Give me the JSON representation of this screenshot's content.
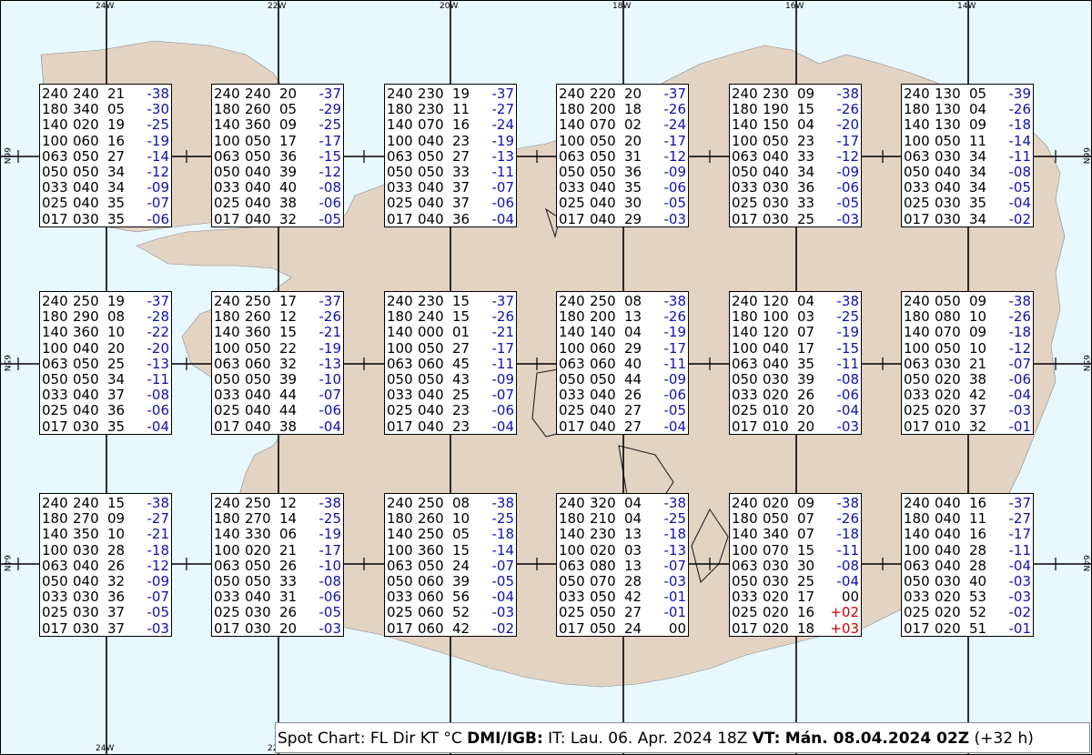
{
  "colors": {
    "sea": "#e8f8ff",
    "land": "#e3d3c3",
    "neg_temp": "#1010b0",
    "pos_temp": "#cc0000"
  },
  "lon_labels": [
    "24W",
    "22W",
    "20W",
    "18W",
    "16W",
    "14W"
  ],
  "lat_labels": [
    "66N",
    "65N",
    "64N"
  ],
  "footer": {
    "prefix": "Spot Chart: FL Dir KT °C",
    "source": "DMI/IGB:",
    "issue": "IT: Lau. 06. Apr. 2024 18Z",
    "vt_label": "VT:",
    "valid": "Mán. 08.04.2024 02Z",
    "lead": "(+32 h)"
  },
  "spots": [
    [
      [
        [
          "240",
          "240",
          "21",
          "-38"
        ],
        [
          "180",
          "340",
          "05",
          "-30"
        ],
        [
          "140",
          "020",
          "19",
          "-25"
        ],
        [
          "100",
          "060",
          "16",
          "-19"
        ],
        [
          "063",
          "050",
          "27",
          "-14"
        ],
        [
          "050",
          "050",
          "34",
          "-12"
        ],
        [
          "033",
          "040",
          "34",
          "-09"
        ],
        [
          "025",
          "040",
          "35",
          "-07"
        ],
        [
          "017",
          "030",
          "35",
          "-06"
        ]
      ],
      [
        [
          "240",
          "240",
          "20",
          "-37"
        ],
        [
          "180",
          "260",
          "05",
          "-29"
        ],
        [
          "140",
          "360",
          "09",
          "-25"
        ],
        [
          "100",
          "050",
          "17",
          "-17"
        ],
        [
          "063",
          "050",
          "36",
          "-15"
        ],
        [
          "050",
          "040",
          "39",
          "-12"
        ],
        [
          "033",
          "040",
          "40",
          "-08"
        ],
        [
          "025",
          "040",
          "38",
          "-06"
        ],
        [
          "017",
          "040",
          "32",
          "-05"
        ]
      ],
      [
        [
          "240",
          "230",
          "19",
          "-37"
        ],
        [
          "180",
          "230",
          "11",
          "-27"
        ],
        [
          "140",
          "070",
          "16",
          "-24"
        ],
        [
          "100",
          "040",
          "23",
          "-19"
        ],
        [
          "063",
          "050",
          "27",
          "-13"
        ],
        [
          "050",
          "050",
          "33",
          "-11"
        ],
        [
          "033",
          "040",
          "37",
          "-07"
        ],
        [
          "025",
          "040",
          "37",
          "-06"
        ],
        [
          "017",
          "040",
          "36",
          "-04"
        ]
      ],
      [
        [
          "240",
          "220",
          "20",
          "-37"
        ],
        [
          "180",
          "200",
          "18",
          "-26"
        ],
        [
          "140",
          "070",
          "02",
          "-24"
        ],
        [
          "100",
          "050",
          "20",
          "-17"
        ],
        [
          "063",
          "050",
          "31",
          "-12"
        ],
        [
          "050",
          "050",
          "36",
          "-09"
        ],
        [
          "033",
          "040",
          "35",
          "-06"
        ],
        [
          "025",
          "040",
          "30",
          "-05"
        ],
        [
          "017",
          "040",
          "29",
          "-03"
        ]
      ],
      [
        [
          "240",
          "230",
          "09",
          "-38"
        ],
        [
          "180",
          "190",
          "15",
          "-26"
        ],
        [
          "140",
          "150",
          "04",
          "-20"
        ],
        [
          "100",
          "050",
          "23",
          "-17"
        ],
        [
          "063",
          "040",
          "33",
          "-12"
        ],
        [
          "050",
          "040",
          "34",
          "-09"
        ],
        [
          "033",
          "030",
          "36",
          "-06"
        ],
        [
          "025",
          "030",
          "33",
          "-05"
        ],
        [
          "017",
          "030",
          "25",
          "-03"
        ]
      ],
      [
        [
          "240",
          "130",
          "05",
          "-39"
        ],
        [
          "180",
          "130",
          "04",
          "-26"
        ],
        [
          "140",
          "130",
          "09",
          "-18"
        ],
        [
          "100",
          "050",
          "11",
          "-14"
        ],
        [
          "063",
          "030",
          "34",
          "-11"
        ],
        [
          "050",
          "040",
          "34",
          "-08"
        ],
        [
          "033",
          "040",
          "34",
          "-05"
        ],
        [
          "025",
          "030",
          "35",
          "-04"
        ],
        [
          "017",
          "030",
          "34",
          "-02"
        ]
      ]
    ],
    [
      [
        [
          "240",
          "250",
          "19",
          "-37"
        ],
        [
          "180",
          "290",
          "08",
          "-28"
        ],
        [
          "140",
          "360",
          "10",
          "-22"
        ],
        [
          "100",
          "040",
          "20",
          "-20"
        ],
        [
          "063",
          "050",
          "25",
          "-13"
        ],
        [
          "050",
          "050",
          "34",
          "-11"
        ],
        [
          "033",
          "040",
          "37",
          "-08"
        ],
        [
          "025",
          "040",
          "36",
          "-06"
        ],
        [
          "017",
          "030",
          "35",
          "-04"
        ]
      ],
      [
        [
          "240",
          "250",
          "17",
          "-37"
        ],
        [
          "180",
          "260",
          "12",
          "-26"
        ],
        [
          "140",
          "360",
          "15",
          "-21"
        ],
        [
          "100",
          "050",
          "22",
          "-19"
        ],
        [
          "063",
          "060",
          "32",
          "-13"
        ],
        [
          "050",
          "050",
          "39",
          "-10"
        ],
        [
          "033",
          "040",
          "44",
          "-07"
        ],
        [
          "025",
          "040",
          "44",
          "-06"
        ],
        [
          "017",
          "040",
          "38",
          "-04"
        ]
      ],
      [
        [
          "240",
          "230",
          "15",
          "-37"
        ],
        [
          "180",
          "240",
          "15",
          "-26"
        ],
        [
          "140",
          "000",
          "01",
          "-21"
        ],
        [
          "100",
          "050",
          "27",
          "-17"
        ],
        [
          "063",
          "060",
          "45",
          "-11"
        ],
        [
          "050",
          "050",
          "43",
          "-09"
        ],
        [
          "033",
          "040",
          "25",
          "-07"
        ],
        [
          "025",
          "040",
          "23",
          "-06"
        ],
        [
          "017",
          "040",
          "23",
          "-04"
        ]
      ],
      [
        [
          "240",
          "250",
          "08",
          "-38"
        ],
        [
          "180",
          "200",
          "13",
          "-26"
        ],
        [
          "140",
          "140",
          "04",
          "-19"
        ],
        [
          "100",
          "060",
          "29",
          "-17"
        ],
        [
          "063",
          "060",
          "40",
          "-11"
        ],
        [
          "050",
          "050",
          "44",
          "-09"
        ],
        [
          "033",
          "040",
          "26",
          "-06"
        ],
        [
          "025",
          "040",
          "27",
          "-05"
        ],
        [
          "017",
          "040",
          "27",
          "-04"
        ]
      ],
      [
        [
          "240",
          "120",
          "04",
          "-38"
        ],
        [
          "180",
          "100",
          "03",
          "-25"
        ],
        [
          "140",
          "120",
          "07",
          "-19"
        ],
        [
          "100",
          "040",
          "17",
          "-15"
        ],
        [
          "063",
          "040",
          "35",
          "-11"
        ],
        [
          "050",
          "030",
          "39",
          "-08"
        ],
        [
          "033",
          "020",
          "26",
          "-06"
        ],
        [
          "025",
          "010",
          "20",
          "-04"
        ],
        [
          "017",
          "010",
          "20",
          "-03"
        ]
      ],
      [
        [
          "240",
          "050",
          "09",
          "-38"
        ],
        [
          "180",
          "080",
          "10",
          "-26"
        ],
        [
          "140",
          "070",
          "09",
          "-18"
        ],
        [
          "100",
          "050",
          "10",
          "-12"
        ],
        [
          "063",
          "030",
          "21",
          "-07"
        ],
        [
          "050",
          "020",
          "38",
          "-06"
        ],
        [
          "033",
          "020",
          "42",
          "-04"
        ],
        [
          "025",
          "020",
          "37",
          "-03"
        ],
        [
          "017",
          "010",
          "32",
          "-01"
        ]
      ]
    ],
    [
      [
        [
          "240",
          "240",
          "15",
          "-38"
        ],
        [
          "180",
          "270",
          "09",
          "-27"
        ],
        [
          "140",
          "350",
          "10",
          "-21"
        ],
        [
          "100",
          "030",
          "28",
          "-18"
        ],
        [
          "063",
          "040",
          "26",
          "-12"
        ],
        [
          "050",
          "040",
          "32",
          "-09"
        ],
        [
          "033",
          "030",
          "36",
          "-07"
        ],
        [
          "025",
          "030",
          "37",
          "-05"
        ],
        [
          "017",
          "030",
          "37",
          "-03"
        ]
      ],
      [
        [
          "240",
          "250",
          "12",
          "-38"
        ],
        [
          "180",
          "270",
          "14",
          "-25"
        ],
        [
          "140",
          "330",
          "06",
          "-19"
        ],
        [
          "100",
          "020",
          "21",
          "-17"
        ],
        [
          "063",
          "050",
          "26",
          "-10"
        ],
        [
          "050",
          "050",
          "33",
          "-08"
        ],
        [
          "033",
          "040",
          "31",
          "-06"
        ],
        [
          "025",
          "030",
          "26",
          "-05"
        ],
        [
          "017",
          "030",
          "20",
          "-03"
        ]
      ],
      [
        [
          "240",
          "250",
          "08",
          "-38"
        ],
        [
          "180",
          "260",
          "10",
          "-25"
        ],
        [
          "140",
          "250",
          "05",
          "-18"
        ],
        [
          "100",
          "360",
          "15",
          "-14"
        ],
        [
          "063",
          "050",
          "24",
          "-07"
        ],
        [
          "050",
          "060",
          "39",
          "-05"
        ],
        [
          "033",
          "060",
          "56",
          "-04"
        ],
        [
          "025",
          "060",
          "52",
          "-03"
        ],
        [
          "017",
          "060",
          "42",
          "-02"
        ]
      ],
      [
        [
          "240",
          "320",
          "04",
          "-38"
        ],
        [
          "180",
          "210",
          "04",
          "-25"
        ],
        [
          "140",
          "230",
          "13",
          "-18"
        ],
        [
          "100",
          "020",
          "03",
          "-13"
        ],
        [
          "063",
          "080",
          "13",
          "-07"
        ],
        [
          "050",
          "070",
          "28",
          "-03"
        ],
        [
          "033",
          "050",
          "42",
          "-01"
        ],
        [
          "025",
          "050",
          "27",
          "-01"
        ],
        [
          "017",
          "050",
          "24",
          "00"
        ]
      ],
      [
        [
          "240",
          "020",
          "09",
          "-38"
        ],
        [
          "180",
          "050",
          "07",
          "-26"
        ],
        [
          "140",
          "340",
          "07",
          "-18"
        ],
        [
          "100",
          "070",
          "15",
          "-11"
        ],
        [
          "063",
          "030",
          "30",
          "-08"
        ],
        [
          "050",
          "030",
          "25",
          "-04"
        ],
        [
          "033",
          "020",
          "17",
          "00"
        ],
        [
          "025",
          "020",
          "16",
          "+02"
        ],
        [
          "017",
          "020",
          "18",
          "+03"
        ]
      ],
      [
        [
          "240",
          "040",
          "16",
          "-37"
        ],
        [
          "180",
          "040",
          "11",
          "-27"
        ],
        [
          "140",
          "040",
          "16",
          "-17"
        ],
        [
          "100",
          "040",
          "28",
          "-11"
        ],
        [
          "063",
          "040",
          "28",
          "-04"
        ],
        [
          "050",
          "030",
          "40",
          "-03"
        ],
        [
          "033",
          "020",
          "53",
          "-03"
        ],
        [
          "025",
          "020",
          "52",
          "-02"
        ],
        [
          "017",
          "020",
          "51",
          "-01"
        ]
      ]
    ]
  ]
}
